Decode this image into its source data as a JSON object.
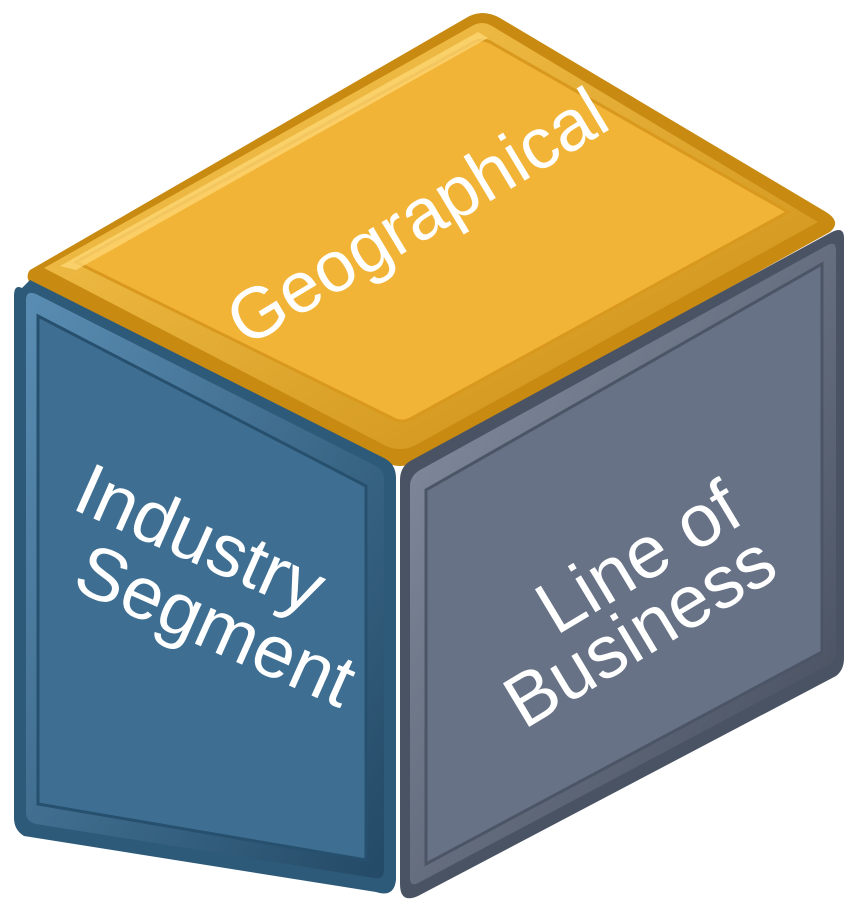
{
  "diagram": {
    "faces": {
      "top": {
        "label": "Geographical"
      },
      "left": {
        "line1": "Industry",
        "line2": "Segment"
      },
      "right": {
        "line1": "Line of",
        "line2": "Business"
      }
    },
    "colors": {
      "top": "#F2B436",
      "top_light": "#FCCB55",
      "top_dark": "#C88A10",
      "left": "#3E6F92",
      "left_light": "#5A8DB3",
      "left_dark": "#234A66",
      "right": "#677286",
      "right_light": "#8A94A6",
      "right_dark": "#404858",
      "text": "#FFFFFF"
    }
  }
}
